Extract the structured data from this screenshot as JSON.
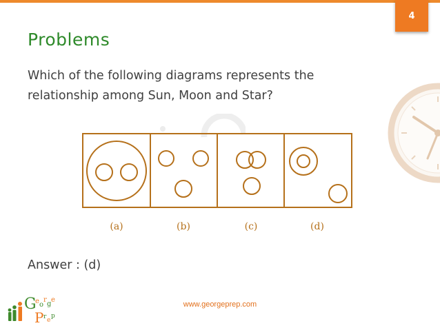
{
  "slide": {
    "page_number": "4",
    "title": "Problems",
    "question": "Which of the following diagrams represents the relationship among Sun, Moon and Star?",
    "answer": "Answer : (d)",
    "footer_url": "www.georgeprep.com",
    "logo_text": "GeorgePrep"
  },
  "diagram": {
    "options": [
      {
        "label": "(a)"
      },
      {
        "label": "(b)"
      },
      {
        "label": "(c)"
      },
      {
        "label": "(d)"
      }
    ]
  },
  "colors": {
    "accent_orange": "#ee7a22",
    "title_green": "#2e8a2a",
    "diagram_brown": "#b5701a",
    "text_gray": "#3f3f3f"
  },
  "icons": [
    "clock-icon",
    "georgeprep-logo"
  ]
}
